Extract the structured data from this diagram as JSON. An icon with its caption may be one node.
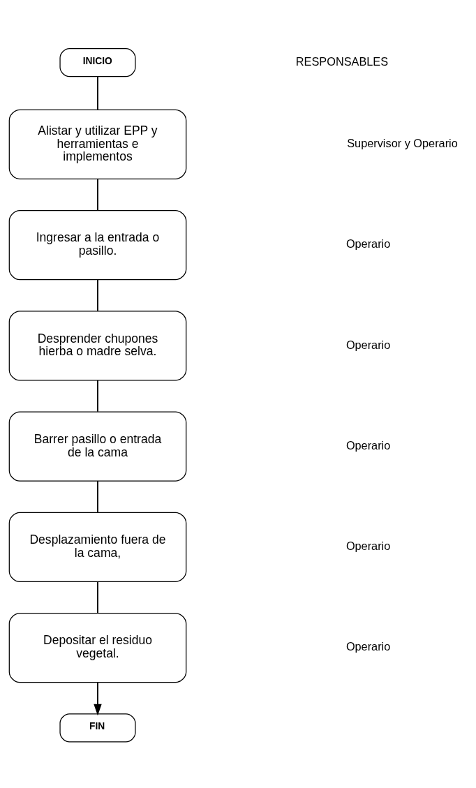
{
  "diagram": {
    "nodes": [
      {
        "text": [
          "INICIO"
        ]
      },
      {
        "text": [
          "Alistar y utilizar EPP y herramientas e implementos"
        ]
      },
      {
        "text": [
          "Ingresar a la entrada o pasillo."
        ]
      },
      {
        "text": [
          "Desprender chupones hierba o madre selva."
        ]
      },
      {
        "text": [
          "Barrer pasillo o entrada de la cama"
        ]
      },
      {
        "text": [
          "Desplazamiento fuera de la cama,"
        ]
      },
      {
        "text": [
          "Depositar el residuo vegetal."
        ]
      },
      {
        "text": [
          "FIN"
        ]
      }
    ],
    "edges": [
      {
        "from": 0,
        "to": 1,
        "arrow": "none"
      },
      {
        "from": 1,
        "to": 2,
        "arrow": "none"
      },
      {
        "from": 2,
        "to": 3,
        "arrow": "none"
      },
      {
        "from": 3,
        "to": 4,
        "arrow": "none"
      },
      {
        "from": 4,
        "to": 5,
        "arrow": "none"
      },
      {
        "from": 5,
        "to": 6,
        "arrow": "none"
      },
      {
        "from": 6,
        "to": 7,
        "arrow": "to"
      }
    ],
    "labels": [
      "RESPONSABLES",
      "Supervisor y Operario",
      "Operario",
      "Operario",
      "Operario",
      "Operario",
      "Operario"
    ]
  }
}
